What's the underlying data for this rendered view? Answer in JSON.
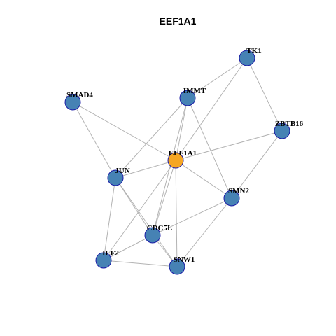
{
  "title": "EEF1A1",
  "colors": {
    "hub": "#f5a623",
    "node": "#4682b4",
    "border": "#1a1aa6",
    "edge": "#b3b3b3"
  },
  "nodes": [
    {
      "id": "EEF1A1",
      "label": "EEF1A1",
      "hub": true
    },
    {
      "id": "TK1",
      "label": "TK1"
    },
    {
      "id": "IMMT",
      "label": "IMMT"
    },
    {
      "id": "SMAD4",
      "label": "SMAD4"
    },
    {
      "id": "ZBTB16",
      "label": "ZBTB16"
    },
    {
      "id": "JUN",
      "label": "JUN"
    },
    {
      "id": "SMN2",
      "label": "SMN2"
    },
    {
      "id": "CDC5L",
      "label": "CDC5L"
    },
    {
      "id": "ILF2",
      "label": "ILF2"
    },
    {
      "id": "SNW1",
      "label": "SNW1"
    }
  ],
  "edges": [
    [
      "TK1",
      "IMMT"
    ],
    [
      "TK1",
      "ZBTB16"
    ],
    [
      "TK1",
      "EEF1A1"
    ],
    [
      "IMMT",
      "EEF1A1"
    ],
    [
      "IMMT",
      "JUN"
    ],
    [
      "IMMT",
      "SMN2"
    ],
    [
      "IMMT",
      "CDC5L"
    ],
    [
      "SMAD4",
      "EEF1A1"
    ],
    [
      "SMAD4",
      "JUN"
    ],
    [
      "ZBTB16",
      "EEF1A1"
    ],
    [
      "ZBTB16",
      "SMN2"
    ],
    [
      "EEF1A1",
      "JUN"
    ],
    [
      "EEF1A1",
      "SMN2"
    ],
    [
      "EEF1A1",
      "CDC5L"
    ],
    [
      "EEF1A1",
      "ILF2"
    ],
    [
      "EEF1A1",
      "SNW1"
    ],
    [
      "JUN",
      "ILF2"
    ],
    [
      "JUN",
      "CDC5L"
    ],
    [
      "JUN",
      "SNW1"
    ],
    [
      "SMN2",
      "CDC5L"
    ],
    [
      "SMN2",
      "SNW1"
    ],
    [
      "CDC5L",
      "ILF2"
    ],
    [
      "CDC5L",
      "SNW1"
    ],
    [
      "ILF2",
      "SNW1"
    ]
  ]
}
